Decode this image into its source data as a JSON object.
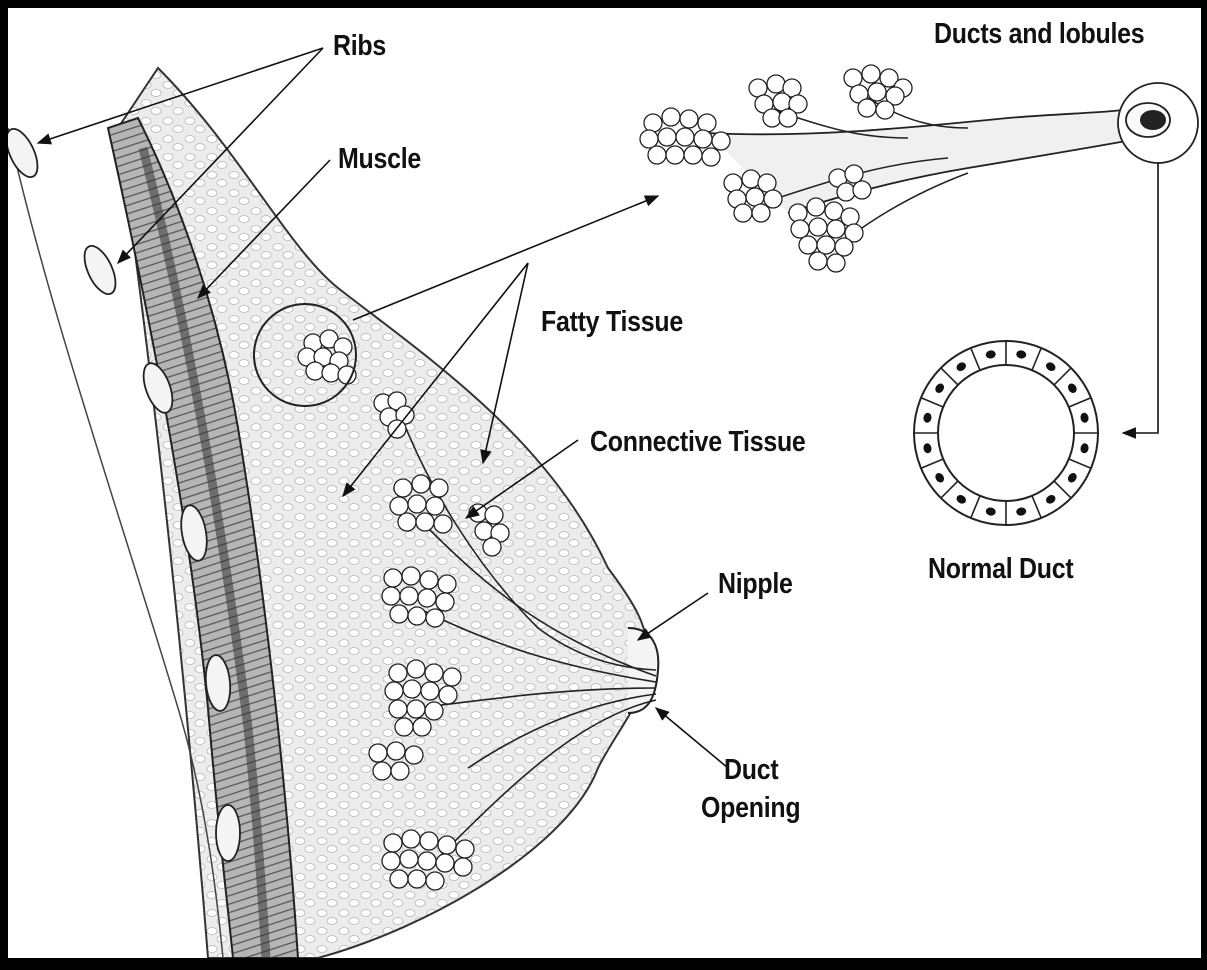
{
  "labels": {
    "ribs": "Ribs",
    "muscle": "Muscle",
    "ducts_and_lobules": "Ducts and lobules",
    "fatty_tissue": "Fatty Tissue",
    "connective_tissue": "Connective Tissue",
    "nipple": "Nipple",
    "duct_opening_line1": "Duct",
    "duct_opening_line2": "Opening",
    "normal_duct": "Normal Duct"
  },
  "colors": {
    "background": "#000000",
    "panel": "#ffffff",
    "ink": "#111111",
    "tissue_fill": "#e9e9e9",
    "muscle_fill": "#9a9a9a"
  }
}
